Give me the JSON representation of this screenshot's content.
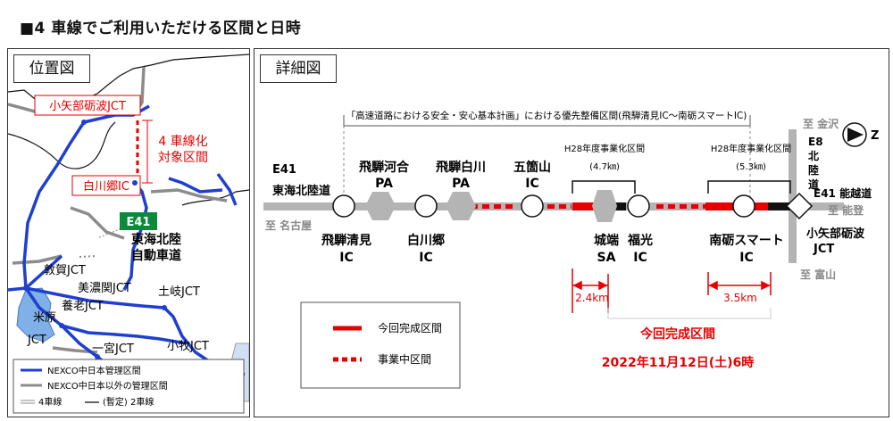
{
  "page_title": "■4 車線でご利用いただける区間と日時",
  "location_map": {
    "title": "位置図",
    "labels": {
      "kogane_jct": "小矢部砺波JCT",
      "target_line1": "4 車線化",
      "target_line2": "対象区間",
      "shirakawago_ic": "白川郷IC",
      "route_badge": "E41",
      "highway_line1": "東海北陸",
      "highway_line2": "自動車道",
      "tsuruga_jct": "敦賀JCT",
      "minoseki_jct": "美濃関JCT",
      "toki_jct": "土岐JCT",
      "yoro_jct": "養老JCT",
      "maibara": "米原",
      "jct": "JCT",
      "ichinomiya_jct": "一宮JCT",
      "komaki_jct": "小牧JCT"
    },
    "legend": {
      "nexco_central": "NEXCO中日本管理区間",
      "other": "NEXCO中日本以外の管理区間",
      "four_lane": "4車線",
      "two_lane": "(暫定) 2車線"
    },
    "colors": {
      "nexco": "#1f3fd0",
      "other": "#8c8c8c",
      "target": "#e60000",
      "water": "#7fb0e8"
    }
  },
  "detail_map": {
    "title": "詳細図",
    "priority_note": "「高速道路における安全・安心基本計画」における優先整備区間(飛騨清見IC〜南砺スマートIC)",
    "project_h28_a": "H28年度事業化区間",
    "project_h28_a_len": "(4.7㎞)",
    "project_h28_b": "H28年度事業化区間",
    "project_h28_b_len": "(5.3㎞)",
    "left_route": "E41",
    "left_route_name": "東海北陸道",
    "to_nagoya": "至 名古屋",
    "to_kanazawa": "至 金沢",
    "north_mark": "Z",
    "right_route_e8": "E8",
    "right_route_e8_name": [
      "北",
      "陸",
      "道"
    ],
    "right_e41": "E41 能越道",
    "to_noto": "至 能登",
    "to_toyama": "至 富山",
    "kogane_jct": [
      "小矢部砺波",
      "JCT"
    ],
    "facilities_top": [
      {
        "name": "飛騨河合",
        "type": "PA"
      },
      {
        "name": "飛騨白川",
        "type": "PA"
      },
      {
        "name": "五箇山",
        "type": "IC"
      }
    ],
    "facilities_bottom": [
      {
        "name": "飛騨清見",
        "type": "IC"
      },
      {
        "name": "白川郷",
        "type": "IC"
      },
      {
        "name": "城端",
        "type": "SA"
      },
      {
        "name": "福光",
        "type": "IC"
      },
      {
        "name": "南砺スマート",
        "type": "IC"
      }
    ],
    "length_a": "2.4km",
    "length_b": "3.5km",
    "legend": {
      "completed": "今回完成区間",
      "ongoing": "事業中区間"
    },
    "opening_title": "今回完成区間",
    "opening_date": "2022年11月12日(土)6時",
    "colors": {
      "road": "#b4b4b4",
      "completed": "#e60000",
      "dark": "#111111"
    }
  }
}
